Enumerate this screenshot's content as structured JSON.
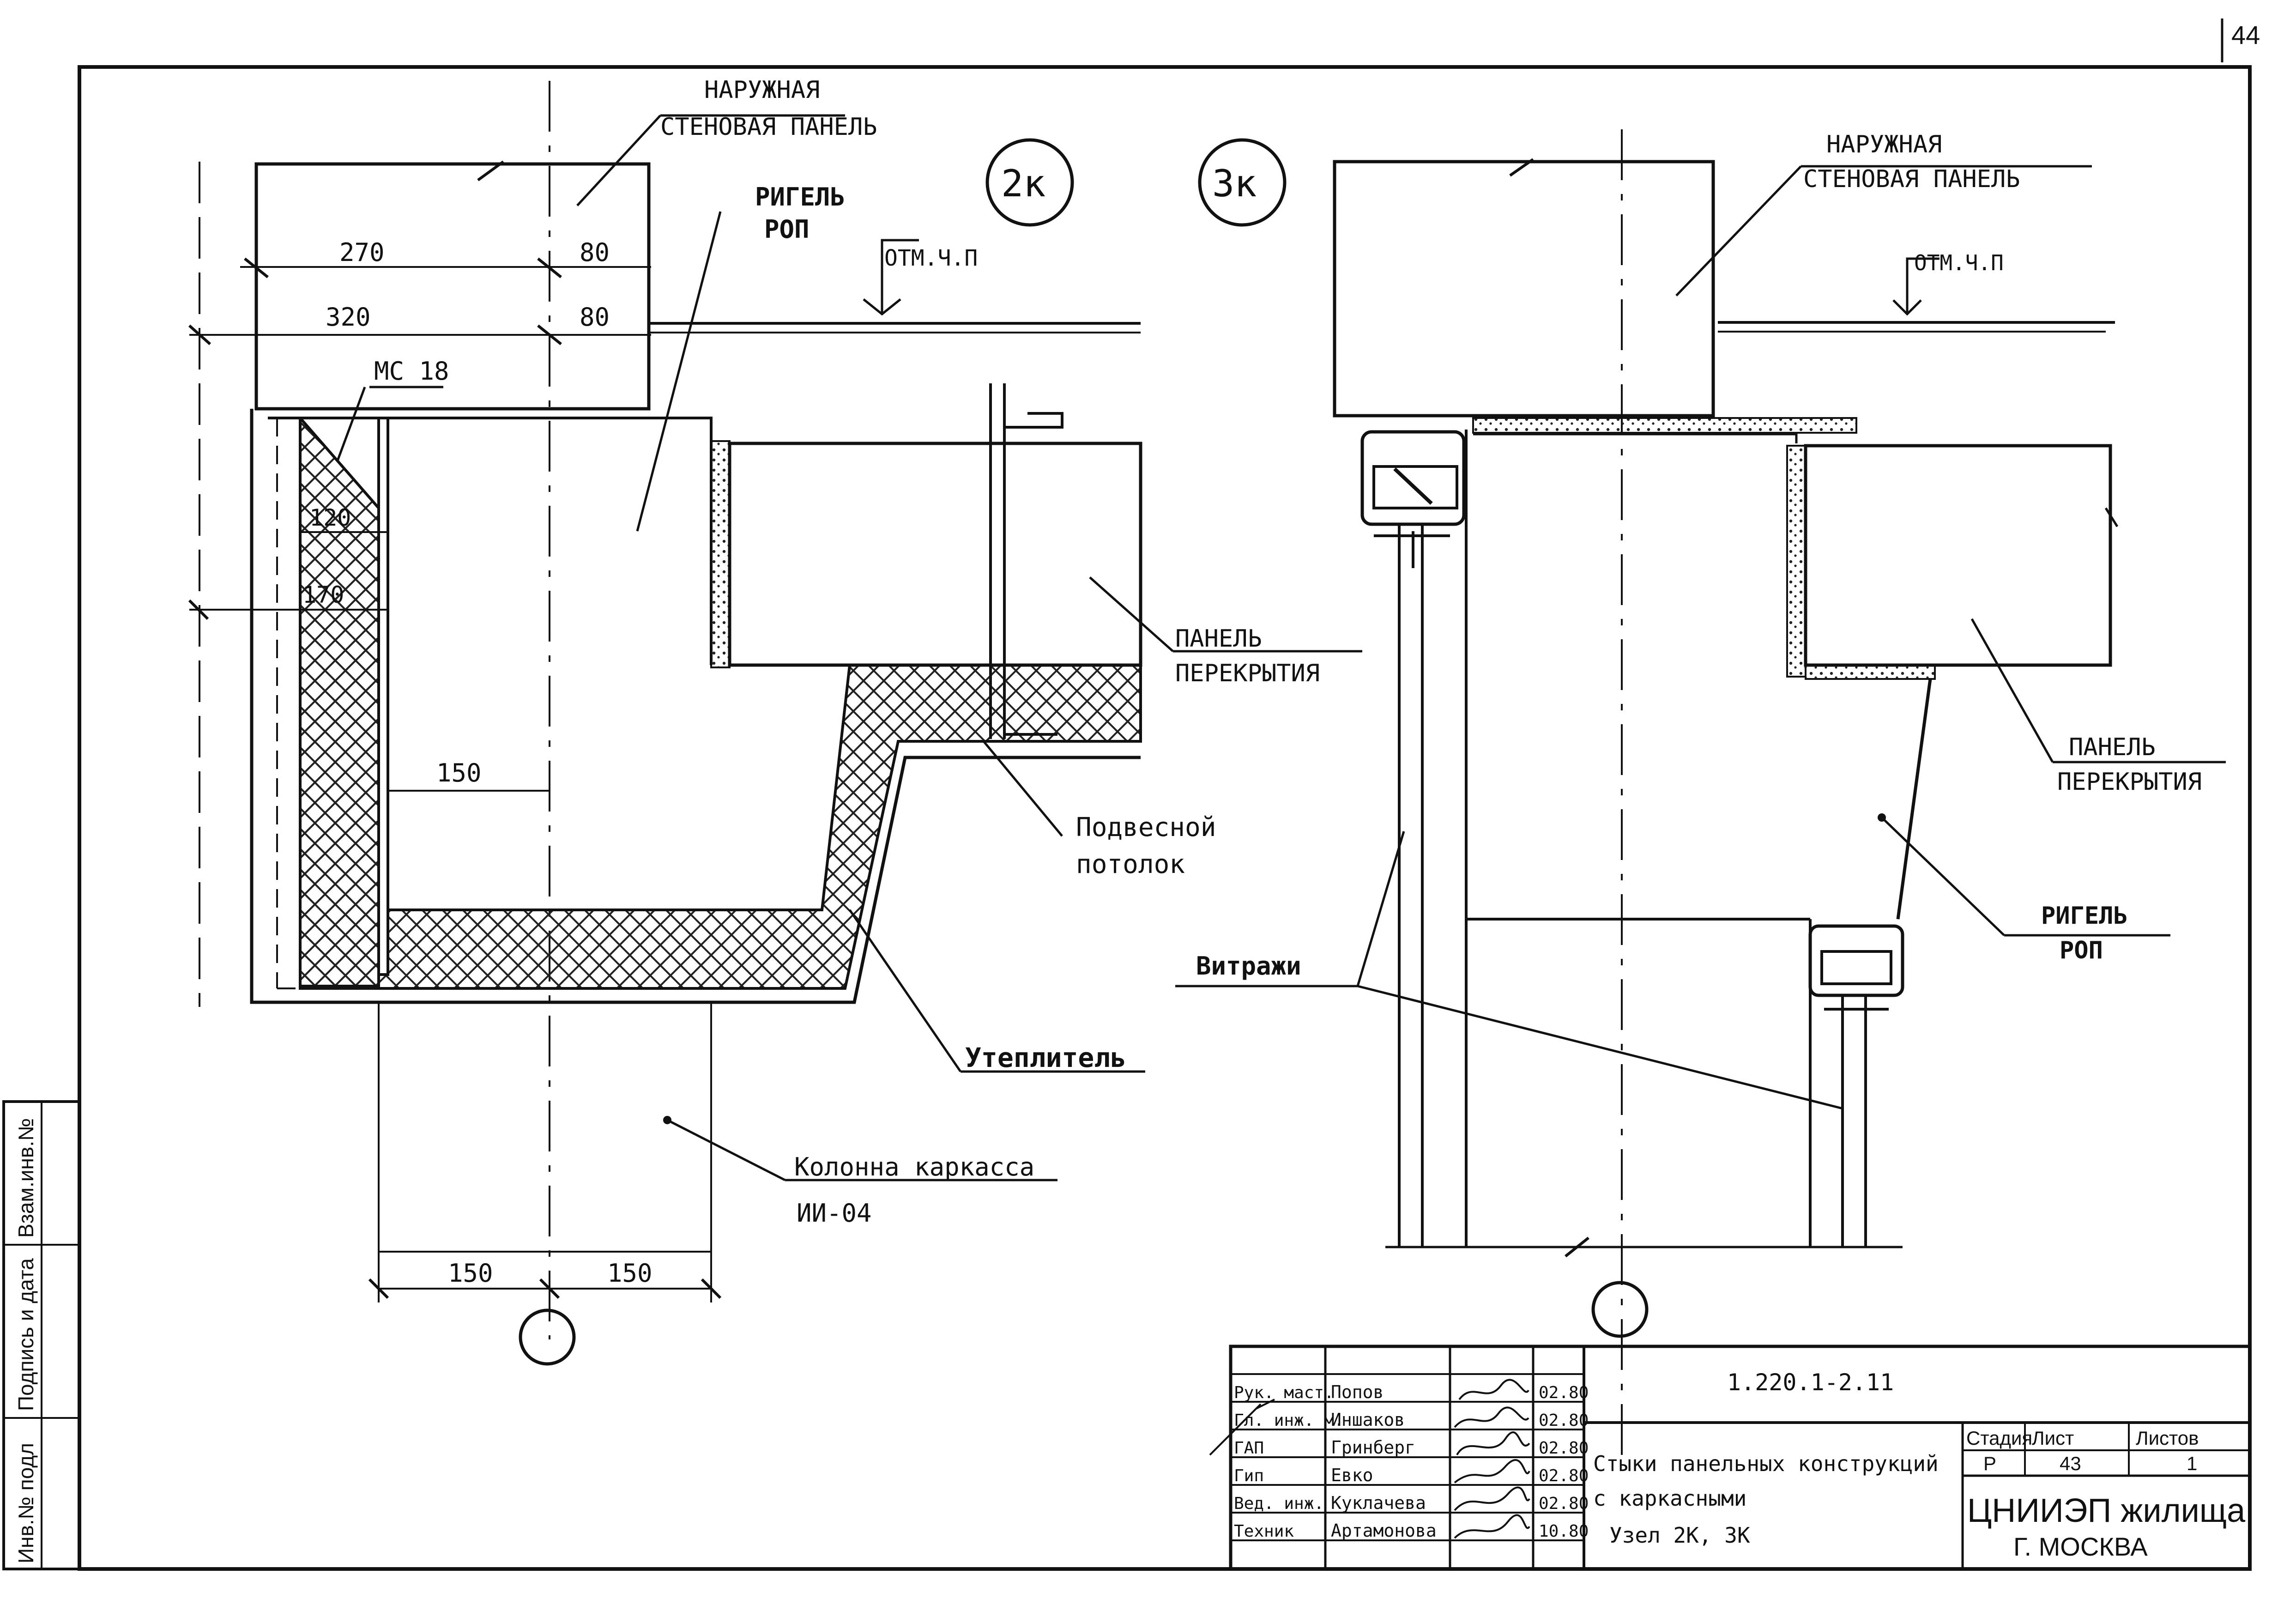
{
  "page_number": "44",
  "left_stamp": [
    "Инв.№ подл",
    "Подпись и дата",
    "Взам.инв.№"
  ],
  "node_2k": {
    "marker": "2к",
    "dims": {
      "d270": "270",
      "d80a": "80",
      "d320": "320",
      "d80b": "80",
      "d120": "120",
      "d170": "170",
      "d150": "150",
      "b150a": "150",
      "b150b": "150"
    },
    "labels": {
      "wall_panel_1": "НАРУЖНАЯ",
      "wall_panel_2": "СТЕНОВАЯ ПАНЕЛЬ",
      "rigel_1": "РИГЕЛЬ",
      "rigel_2": "РОП",
      "mark": "ОТМ.Ч.П",
      "ms": "МС 18",
      "floor_panel_1": "ПАНЕЛЬ",
      "floor_panel_2": "ПЕРЕКРЫТИЯ",
      "ceiling_1": "Подвесной",
      "ceiling_2": "потолок",
      "insulation": "Утеплитель",
      "column_1": "Колонна каркасса",
      "column_2": "ИИ-04"
    }
  },
  "node_3k": {
    "marker": "3к",
    "labels": {
      "wall_panel_1": "НАРУЖНАЯ",
      "wall_panel_2": "СТЕНОВАЯ ПАНЕЛЬ",
      "mark": "ОТМ.Ч.П",
      "floor_panel_1": "ПАНЕЛЬ",
      "floor_panel_2": "ПЕРЕКРЫТИЯ",
      "rigel_1": "РИГЕЛЬ",
      "rigel_2": "РОП",
      "vitrazhi": "Витражи"
    }
  },
  "title_block": {
    "doc_code": "1.220.1-2.11",
    "title_1": "Стыки панельных конструкций",
    "title_2": "с каркасными",
    "title_3": "Узел 2К, 3К",
    "stage_h": "Стадия",
    "sheet_h": "Лист",
    "sheets_h": "Листов",
    "stage": "Р",
    "sheet": "43",
    "sheets": "1",
    "org_1": "ЦНИИЭП жилища",
    "org_2": "Г. МОСКВА",
    "staff": [
      {
        "role": "Рук. маст.",
        "name": "Попов",
        "date": "02.80"
      },
      {
        "role": "Гл. инж. м.",
        "name": "Иншаков",
        "date": "02.80"
      },
      {
        "role": "ГАП",
        "name": "Гринберг",
        "date": "02.80"
      },
      {
        "role": "Гип",
        "name": "Евко",
        "date": "02.80"
      },
      {
        "role": "Вед. инж.",
        "name": "Куклачева",
        "date": "02.80"
      },
      {
        "role": "Техник",
        "name": "Артамонова",
        "date": "10.80"
      }
    ]
  }
}
